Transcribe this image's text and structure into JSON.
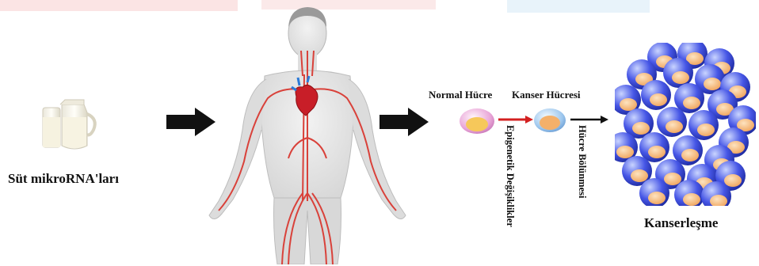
{
  "labels": {
    "milk": "Süt mikroRNA'ları",
    "normal_cell": "Normal Hücre",
    "cancer_cell": "Kanser Hücresi",
    "epigenetic": "Epigenetik Değişiklikler",
    "cell_division": "Hücre Bölünmesi",
    "carcinogenesis": "Kanserleşme"
  },
  "colors": {
    "arrow_black": "#111111",
    "red_arrow": "#d32020",
    "tumor_blue": "#3340d8",
    "tumor_orange": "#f4b06a",
    "vessel_red": "#d9413a"
  }
}
